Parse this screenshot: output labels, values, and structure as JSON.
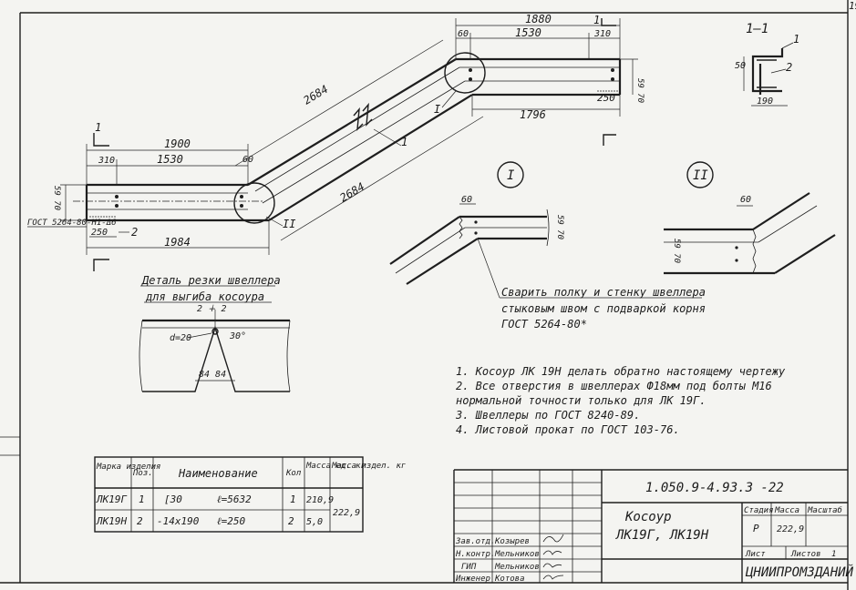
{
  "page_number": "19",
  "main_view": {
    "dims": {
      "top_total": "1880",
      "top_mid": "1530",
      "top_left": "60",
      "top_right": "310",
      "right_lower": "1796",
      "right_small": "250",
      "right_vert": "59 70",
      "diag_upper": "2684",
      "diag_lower": "2684",
      "left_total": "1900",
      "left_left": "310",
      "left_mid": "1530",
      "left_small": "60",
      "bottom_total": "1984",
      "bottom_small": "250",
      "left_vert": "59 70"
    },
    "labels": {
      "section_left": "1",
      "section_right": "1",
      "callout_i": "I",
      "callout_ii": "II",
      "pos_1": "1",
      "pos_2": "2",
      "gost_left": "ГОСТ 5264-80-Н1-Δ6"
    }
  },
  "section_1_1": {
    "title": "1–1",
    "dim_width": "190",
    "dim_height": "50",
    "pos_1": "1",
    "pos_2": "2"
  },
  "detail_i": {
    "label": "I",
    "dim_top": "60",
    "dim_vert": "59 70"
  },
  "detail_ii": {
    "label": "II",
    "dim_top": "60",
    "dim_vert": "59 70"
  },
  "weld_note": {
    "line1": "Сварить полку и стенку швеллера",
    "line2": "стыковым швом с подваркой корня",
    "line3": "ГОСТ 5264-80*"
  },
  "cut_detail": {
    "title_line1": "Деталь резки швеллера",
    "title_line2": "для выгиба косоура",
    "dim_top": "2 ∔ 2",
    "dim_left": "d=20",
    "dim_angle": "30°",
    "dim_bottom": "84 84"
  },
  "notes": [
    "1. Косоур ЛК 19Н делать обратно настоящему чертежу",
    "2. Все отверстия в швеллерах Ф18мм под болты М16",
    "   нормальной точности только для ЛК 19Г.",
    "3. Швеллеры по ГОСТ 8240-89.",
    "4. Листовой прокат по ГОСТ 103-76."
  ],
  "spec_table": {
    "headers": [
      "Марка изделия",
      "Поз.",
      "Наименование",
      "Кол",
      "Масса ед. кг",
      "Масса издел. кг"
    ],
    "rows": [
      {
        "mark": "ЛК19Г",
        "pos": "1",
        "name": "[30",
        "len": "ℓ=5632",
        "qty": "1",
        "mass": "210,9"
      },
      {
        "mark": "ЛК19Н",
        "pos": "2",
        "name": "-14х190",
        "len": "ℓ=250",
        "qty": "2",
        "mass": "5,0"
      }
    ],
    "total_mass": "222,9"
  },
  "title_block": {
    "doc_code": "1.050.9-4.93.3 -22",
    "title_line1": "Косоур",
    "title_line2": "ЛК19Г, ЛК19Н",
    "stage_header": "Стадия",
    "mass_header": "Масса",
    "scale_header": "Масштаб",
    "stage_value": "Р",
    "mass_value": "222,9",
    "sheet_label": "Лист",
    "sheets_label": "Листов",
    "sheets_value": "1",
    "org": "ЦНИИПРОМЗДАНИЙ",
    "roles": [
      {
        "role": "Зав.отд.",
        "name": "Козырев"
      },
      {
        "role": "Н.контр.",
        "name": "Мельников"
      },
      {
        "role": "ГИП",
        "name": "Мельников"
      },
      {
        "role": "Инженер",
        "name": "Котова"
      }
    ]
  }
}
